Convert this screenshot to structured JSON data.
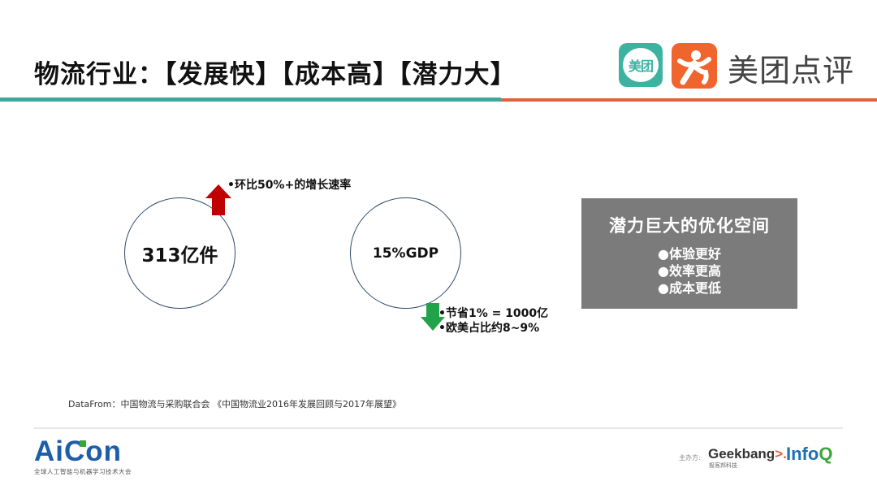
{
  "header": {
    "title": "物流行业：【发展快】【成本高】【潜力大】",
    "brand_badge_text": "美团",
    "brand_name": "美团点评",
    "colors": {
      "teal": "#3fa89a",
      "orange": "#e2603c"
    }
  },
  "metrics": [
    {
      "value": "313亿件",
      "trend": "up",
      "trend_color": "#c00000",
      "notes": [
        "•环比50%+的增长速率"
      ]
    },
    {
      "value": "15%GDP",
      "trend": "down",
      "trend_color": "#22a34a",
      "notes": [
        "•节省1% = 1000亿",
        "•欧美占比约8~9%"
      ]
    }
  ],
  "potential_box": {
    "title": "潜力巨大的优化空间",
    "items": [
      "●体验更好",
      "●效率更高",
      "●成本更低"
    ],
    "bg_color": "#7b7b7b"
  },
  "source": "DataFrom：中国物流与采购联合会 《中国物流业2016年发展回顾与2017年展望》",
  "footer": {
    "event_logo": "AiCon",
    "event_subtitle": "全球人工智能与机器学习技术大会",
    "sponsor_label": "主办方:",
    "sponsor1_main": "Geekbang",
    "sponsor1_suffix": ">.",
    "sponsor1_sub": "极客邦科技",
    "sponsor2_main": "Info",
    "sponsor2_suffix": "Q"
  }
}
